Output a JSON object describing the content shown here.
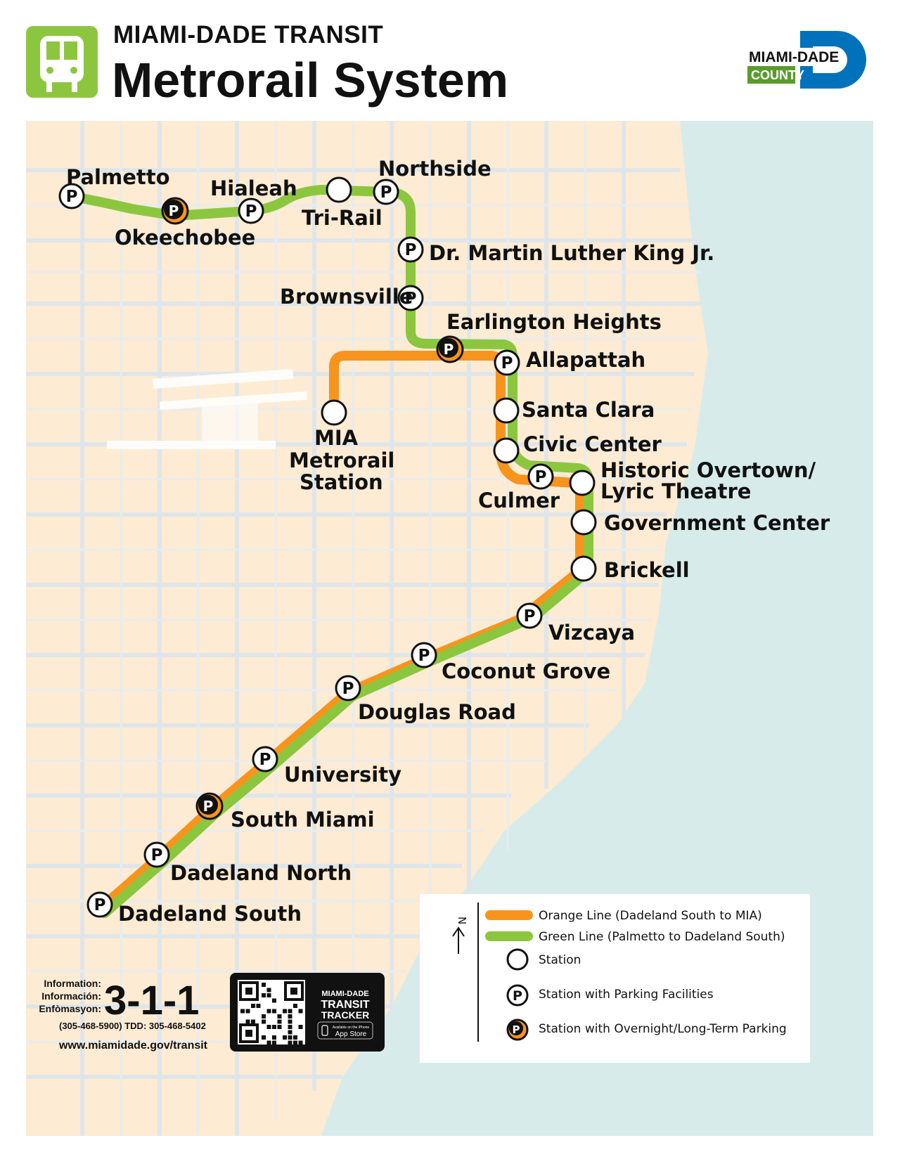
{
  "header": {
    "agency": "MIAMI-DADE TRANSIT",
    "system_title": "Metrorail System",
    "logo_top": "MIAMI-DADE",
    "logo_bottom": "COUNTY",
    "icon": "train-icon"
  },
  "colors": {
    "orange_line": "#f7941e",
    "green_line": "#8cc63f",
    "land": "#fdebd3",
    "water": "#d7ecea",
    "streets": "#dfe6ea",
    "logo_blue": "#0072bc",
    "logo_green": "#5a9a2e"
  },
  "stations": [
    {
      "id": "palmetto",
      "name": "Palmetto",
      "parking": "standard"
    },
    {
      "id": "okeechobee",
      "name": "Okeechobee",
      "parking": "overnight"
    },
    {
      "id": "hialeah",
      "name": "Hialeah",
      "parking": "standard"
    },
    {
      "id": "trirail",
      "name": "Tri-Rail",
      "parking": "none"
    },
    {
      "id": "northside",
      "name": "Northside",
      "parking": "standard"
    },
    {
      "id": "mlk",
      "name": "Dr. Martin Luther King Jr.",
      "parking": "standard"
    },
    {
      "id": "brownsville",
      "name": "Brownsville",
      "parking": "standard"
    },
    {
      "id": "earlington",
      "name": "Earlington Heights",
      "parking": "overnight"
    },
    {
      "id": "allapattah",
      "name": "Allapattah",
      "parking": "standard"
    },
    {
      "id": "mia",
      "name": "MIA Metrorail Station",
      "parking": "none"
    },
    {
      "id": "santaclara",
      "name": "Santa Clara",
      "parking": "none"
    },
    {
      "id": "civiccenter",
      "name": "Civic Center",
      "parking": "none"
    },
    {
      "id": "culmer",
      "name": "Culmer",
      "parking": "standard"
    },
    {
      "id": "overtown",
      "name": "Historic Overtown/ Lyric Theatre",
      "parking": "none"
    },
    {
      "id": "govcenter",
      "name": "Government Center",
      "parking": "none"
    },
    {
      "id": "brickell",
      "name": "Brickell",
      "parking": "none"
    },
    {
      "id": "vizcaya",
      "name": "Vizcaya",
      "parking": "standard"
    },
    {
      "id": "coconutgrove",
      "name": "Coconut Grove",
      "parking": "standard"
    },
    {
      "id": "douglasroad",
      "name": "Douglas Road",
      "parking": "standard"
    },
    {
      "id": "university",
      "name": "University",
      "parking": "standard"
    },
    {
      "id": "southmiami",
      "name": "South Miami",
      "parking": "overnight"
    },
    {
      "id": "dadelandnorth",
      "name": "Dadeland North",
      "parking": "standard"
    },
    {
      "id": "dadelandsouth",
      "name": "Dadeland South",
      "parking": "standard"
    }
  ],
  "labels": {
    "palmetto": "Palmetto",
    "okeechobee": "Okeechobee",
    "hialeah": "Hialeah",
    "trirail": "Tri-Rail",
    "northside": "Northside",
    "mlk": "Dr. Martin Luther King Jr.",
    "brownsville": "Brownsville",
    "earlington": "Earlington Heights",
    "allapattah": "Allapattah",
    "mia_1": "MIA",
    "mia_2": "Metrorail",
    "mia_3": "Station",
    "santaclara": "Santa Clara",
    "civiccenter": "Civic Center",
    "culmer": "Culmer",
    "overtown_1": "Historic Overtown/",
    "overtown_2": "Lyric Theatre",
    "govcenter": "Government Center",
    "brickell": "Brickell",
    "vizcaya": "Vizcaya",
    "coconutgrove": "Coconut Grove",
    "douglasroad": "Douglas Road",
    "university": "University",
    "southmiami": "South Miami",
    "dadelandnorth": "Dadeland North",
    "dadelandsouth": "Dadeland South"
  },
  "parking_symbol": "P",
  "legend": {
    "north": "N",
    "orange": "Orange Line (Dadeland South to MIA)",
    "green": "Green Line (Palmetto to Dadeland South)",
    "station": "Station",
    "parking": "Station with Parking Facilities",
    "overnight": "Station with Overnight/Long-Term Parking"
  },
  "info": {
    "line1": "Information:",
    "line2": "Información:",
    "line3": "Enfòmasyon:",
    "number": "3-1-1",
    "phones": "(305-468-5900) TDD: 305-468-5402",
    "url": "www.miamidade.gov/transit"
  },
  "tracker": {
    "line1": "MIAMI-DADE",
    "line2": "TRANSIT",
    "line3": "TRACKER",
    "badge_small": "Available on the iPhone",
    "badge": "App Store"
  }
}
